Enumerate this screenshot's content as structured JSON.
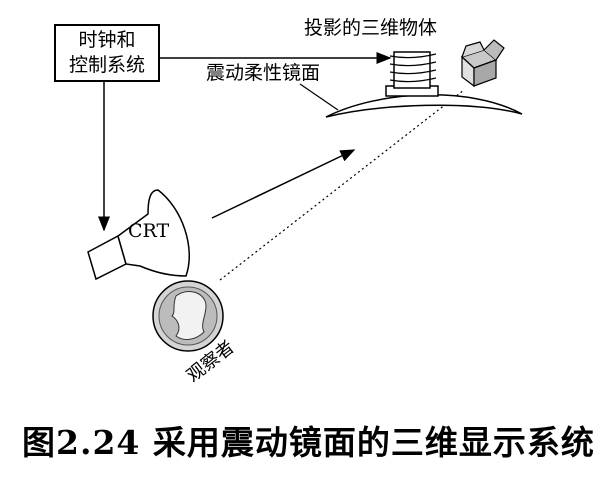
{
  "control_box": {
    "line1": "时钟和",
    "line2": "控制系统"
  },
  "crt_label": "CRT",
  "projected_object_label": "投影的三维物体",
  "vibrating_mirror_label": "震动柔性镜面",
  "viewer_label": "观察者",
  "caption": "图2.24  采用震动镜面的三维显示系统"
}
